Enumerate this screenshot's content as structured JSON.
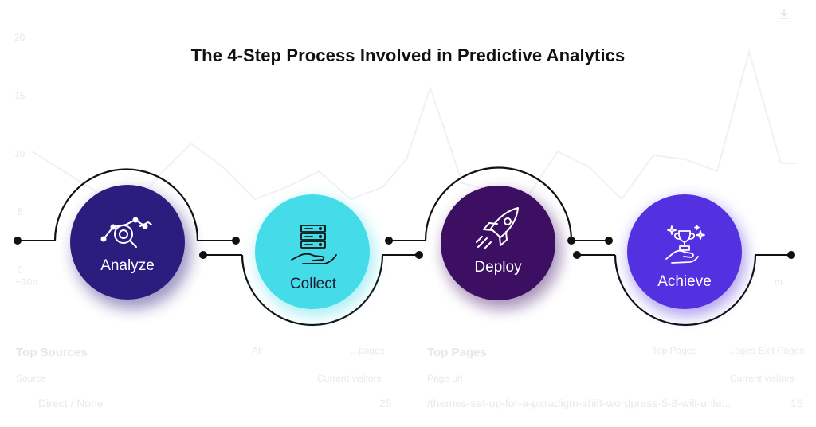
{
  "title": "The 4-Step Process Involved in Predictive Analytics",
  "steps": [
    {
      "label": "Analyze",
      "icon": "analytics-magnifier-icon",
      "color": "#2b1d7e"
    },
    {
      "label": "Collect",
      "icon": "server-hand-icon",
      "color": "#45dcea"
    },
    {
      "label": "Deploy",
      "icon": "rocket-icon",
      "color": "#3c0f63"
    },
    {
      "label": "Achieve",
      "icon": "trophy-hand-icon",
      "color": "#5331e0"
    }
  ],
  "background": {
    "y_ticks": [
      "20",
      "15",
      "10",
      "5",
      "0"
    ],
    "x_start": "~30n",
    "x_end": "m",
    "sources_title": "Top Sources",
    "sources_tabs": [
      "All"
    ],
    "sources_tab_faint": "...pages",
    "source_header": "Source",
    "visitors_header": "Current visitors",
    "source_row": "Direct / None",
    "source_row_value": "25",
    "pages_title": "Top Pages",
    "pages_tabs": [
      "Top Pages",
      "...ages",
      "Exit Pages"
    ],
    "page_url_header": "Page url",
    "page_visitors_header": "Current visitors",
    "page_row": "/themes-set-up-for-a-paradigm-shift-wordpress-5-8-will-unle...",
    "page_row_value": "15"
  }
}
